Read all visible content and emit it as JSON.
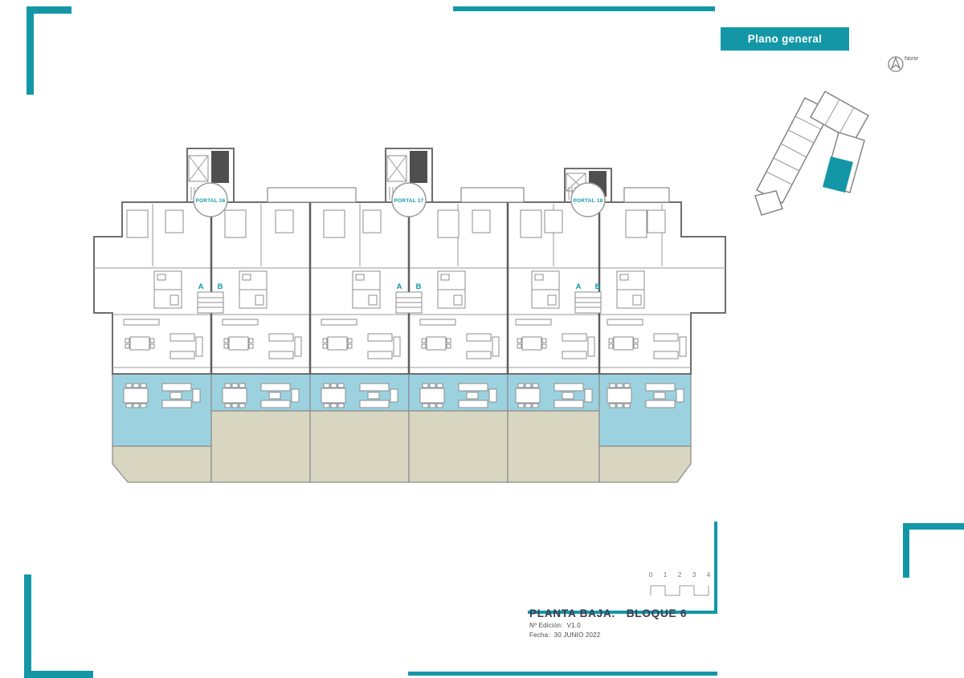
{
  "colors": {
    "teal": "#1397a7",
    "terrace_blue": "#9cd2e0",
    "garden_beige": "#d8d6c0",
    "wall_gray": "#6e6e6e",
    "shaft_dark": "#4f4f4f"
  },
  "header": {
    "plan_badge": "Plano general",
    "north_label": "Norte"
  },
  "floor_plan": {
    "portals": [
      {
        "label": "PORTAL 16"
      },
      {
        "label": "PORTAL 17"
      },
      {
        "label": "PORTAL 18"
      }
    ],
    "unit_labels": [
      "A",
      "B",
      "A",
      "B",
      "A",
      "B"
    ]
  },
  "title_block": {
    "title": "PLANTA BAJA.   BLOQUE 6",
    "edition_label": "Nº Edición:",
    "edition_value": "V1.0",
    "date_label": "Fecha:",
    "date_value": "30 JUNIO 2022"
  },
  "scale_bar": {
    "ticks": [
      "0",
      "1",
      "2",
      "3",
      "4"
    ]
  }
}
